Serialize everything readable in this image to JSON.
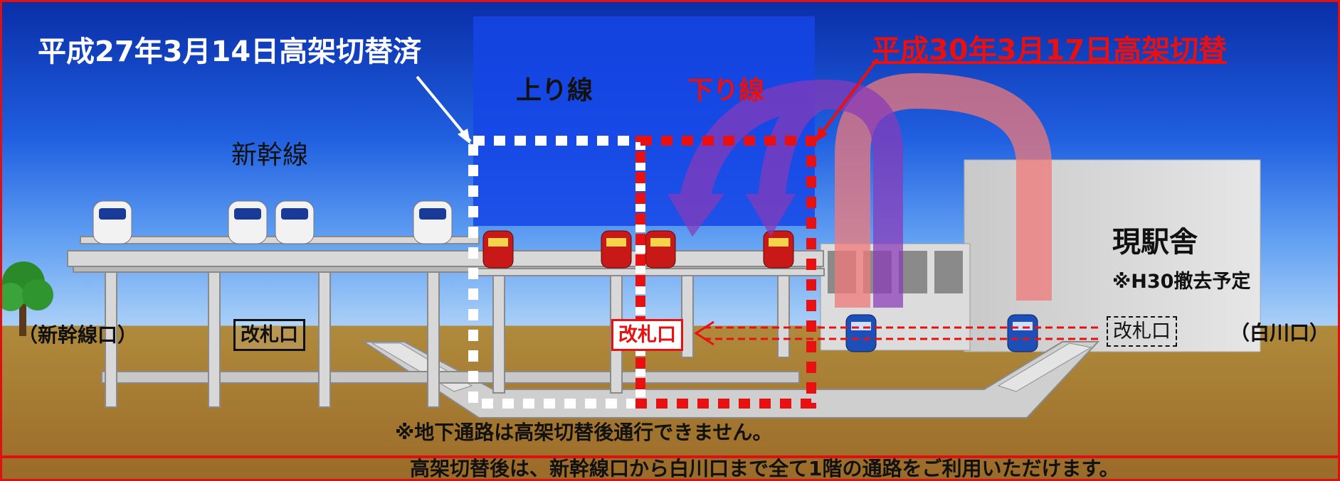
{
  "title_done": "平成27年3月14日高架切替済",
  "title_new": "平成30年3月17日高架切替",
  "up_line": "上り線",
  "down_line": "下り線",
  "shinkansen": "新幹線",
  "current_station": "現駅舎",
  "removal_note": "※H30撤去予定",
  "exit_shinkansen": "（新幹線口）",
  "exit_shirakawa": "（白川口）",
  "gate_left": "改札口",
  "gate_center": "改札口",
  "gate_right": "改札口",
  "note_line1": "※地下通路は高架切替後通行できません。",
  "note_line2": "高架切替後は、新幹線口から白川口まで全て1階の通路をご利用いただけます。",
  "colors": {
    "border": "#e01010",
    "done_outline": "#ffffff",
    "new_outline": "#e81010",
    "arrow_purple": "#8a3ab8",
    "arrow_pink": "#f07878"
  }
}
